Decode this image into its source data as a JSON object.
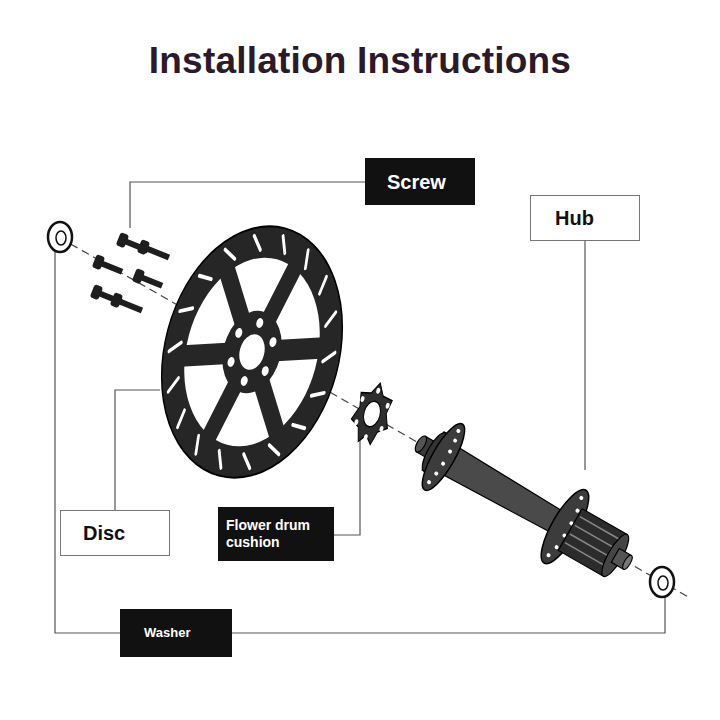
{
  "diagram": {
    "title": "Installation Instructions",
    "nodes": [
      {
        "text": [
          "Screw"
        ]
      },
      {
        "text": [
          "Hub"
        ]
      },
      {
        "text": [
          "Disc"
        ]
      },
      {
        "text": [
          "Flower drum cushion"
        ]
      },
      {
        "text": [
          "Washer"
        ]
      }
    ]
  }
}
